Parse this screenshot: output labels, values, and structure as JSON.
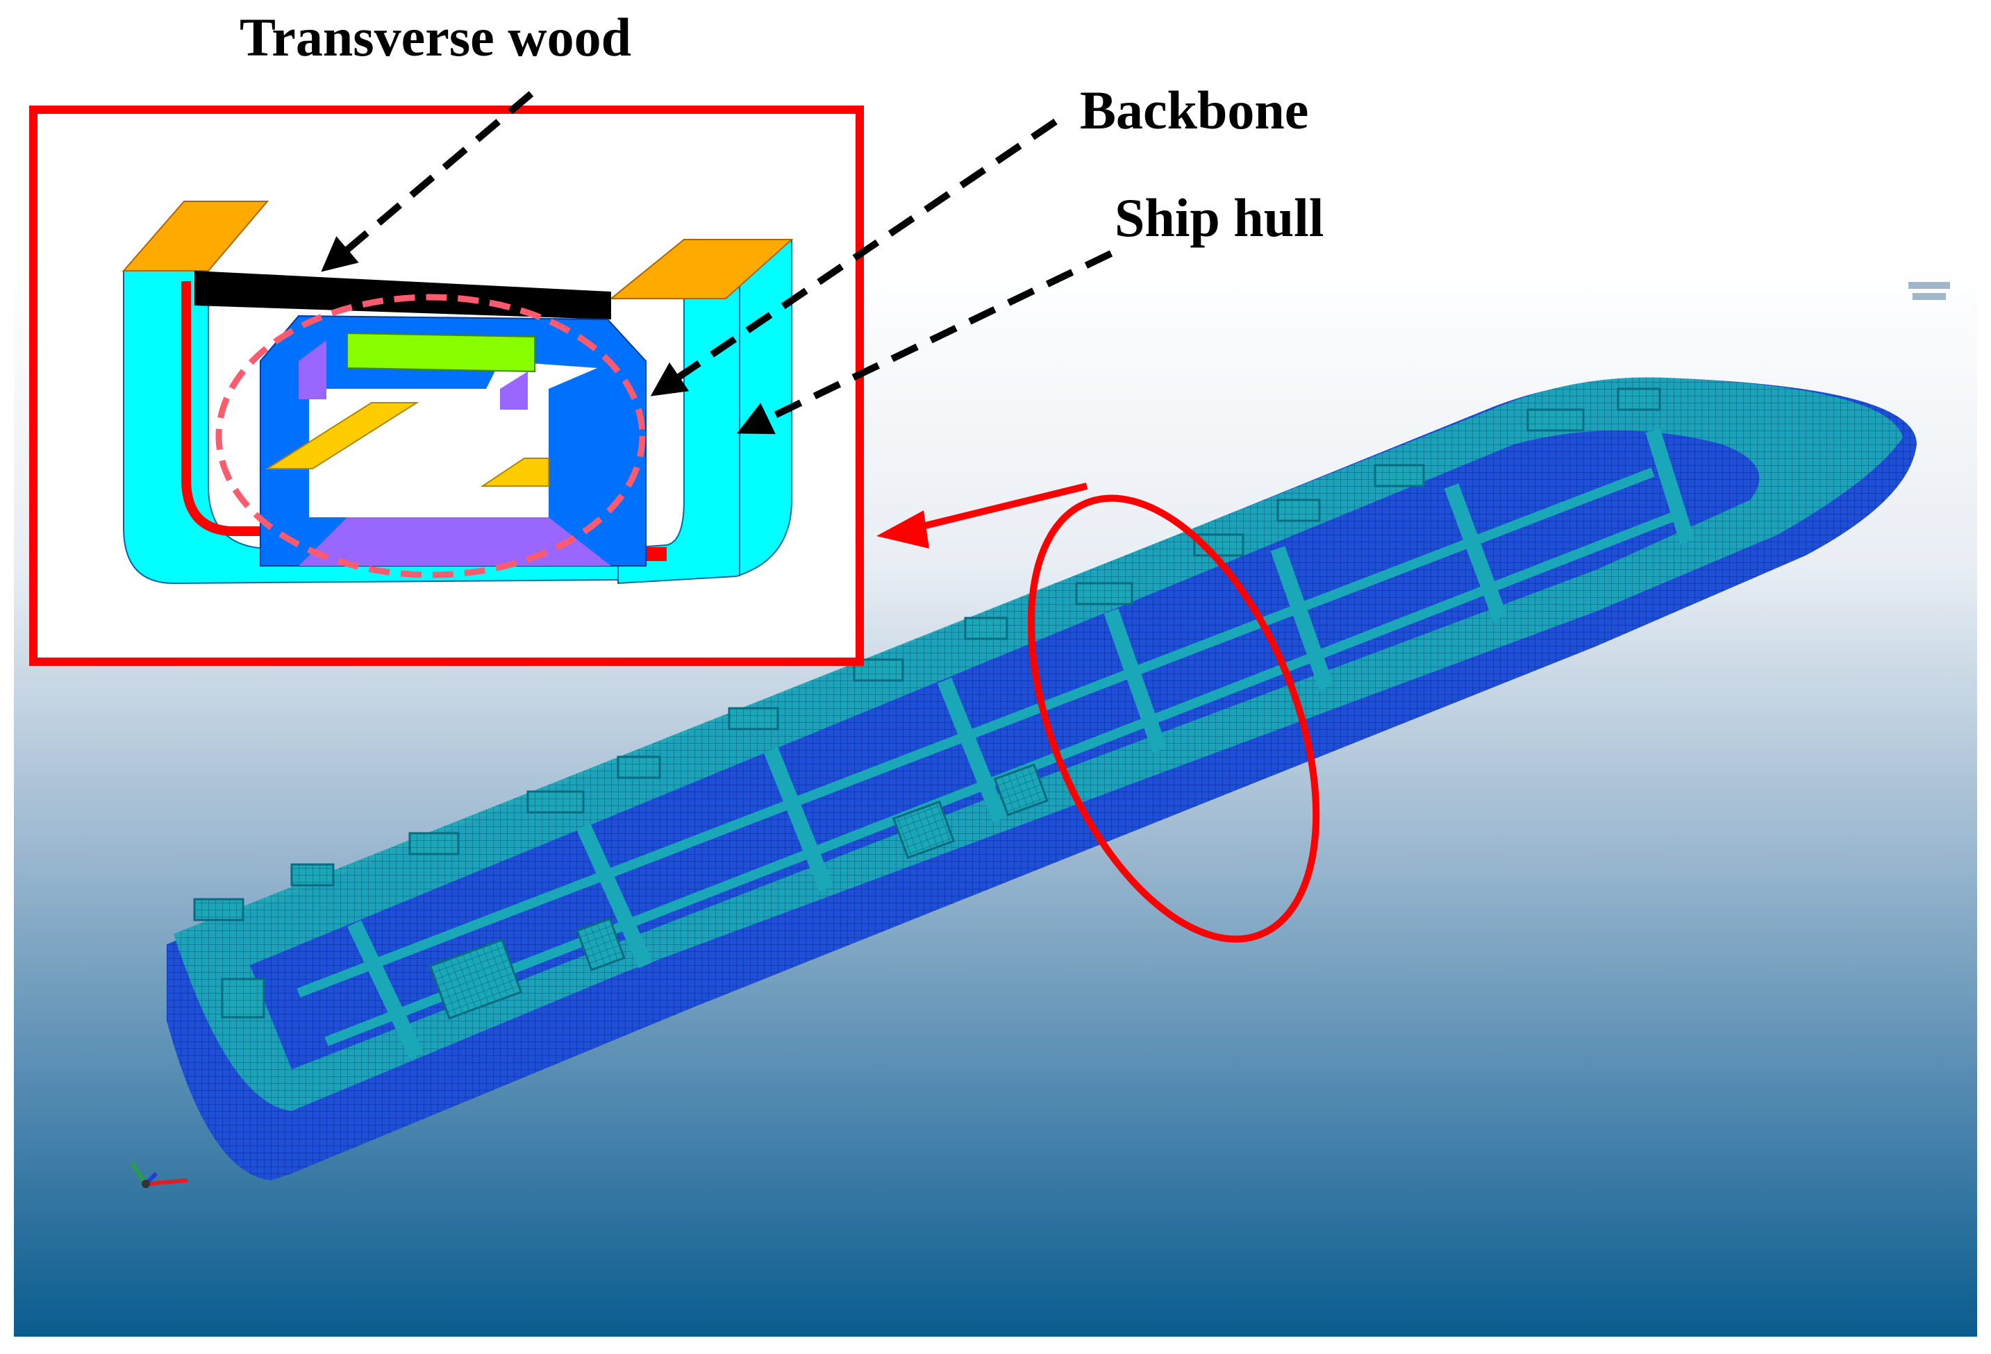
{
  "labels": {
    "transverse_wood": "Transverse wood",
    "backbone": "Backbone",
    "ship_hull": "Ship hull"
  },
  "colors": {
    "frame_red": "#ff0000",
    "hull_cyan": "#00ffff",
    "deck_orange": "#ffaa00",
    "beam_black": "#000000",
    "backbone_blue": "#0070ff",
    "green_plate": "#88ff00",
    "yellow_plate": "#ffcc00",
    "purple_floor": "#9966ff",
    "mesh_blue": "#1f4fe0",
    "bg_top": "#ffffff",
    "bg_bottom": "#0a5c8e"
  }
}
